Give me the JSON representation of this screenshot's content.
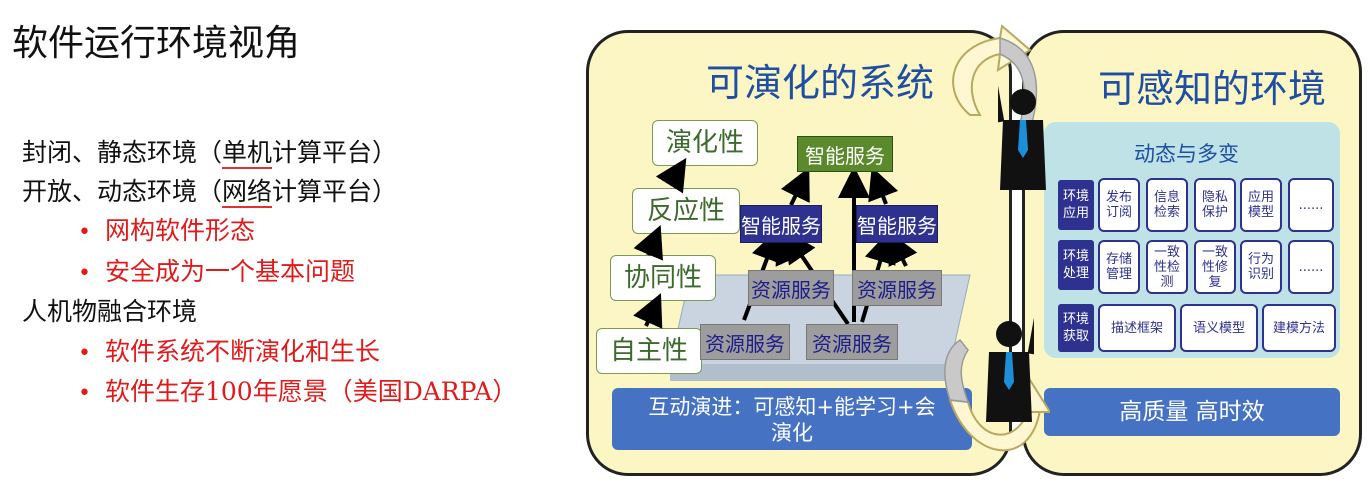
{
  "slide_title": "软件运行环境视角",
  "left_text": {
    "line1_a": "封闭、静态环境（",
    "line1_u": "单机",
    "line1_b": "计算平台）",
    "line2_a": "开放、动态环境（",
    "line2_u": "网络",
    "line2_b": "计算平台）",
    "bullet1": "网构软件形态",
    "bullet2": "安全成为一个基本问题",
    "line3": "人机物融合环境",
    "bullet3": "软件系统不断演化和生长",
    "bullet4": "软件生存100年愿景（美国DARPA）"
  },
  "left_panel": {
    "title": "可演化的系统",
    "props": [
      "演化性",
      "反应性",
      "协同性",
      "自主性"
    ],
    "smart_service": "智能服务",
    "resource_service": "资源服务",
    "bar_text_1": "互动演进：可感知+能学习+会",
    "bar_text_2": "演化"
  },
  "right_panel": {
    "title": "可感知的环境",
    "subtitle": "动态与多变",
    "rows": [
      {
        "label": "环境\n应用",
        "cells": [
          "发布\n订阅",
          "信息\n检索",
          "隐私\n保护",
          "应用\n模型",
          "......"
        ]
      },
      {
        "label": "环境\n处理",
        "cells": [
          "存储\n管理",
          "一致\n性检\n测",
          "一致\n性修\n复",
          "行为\n识别",
          "......"
        ]
      },
      {
        "label": "环境\n获取",
        "cells": [
          "描述框架",
          "语义模型",
          "建模方法"
        ]
      }
    ],
    "bar_text": "高质量  高时效"
  },
  "colors": {
    "panel_bg": "#fbf6c4",
    "title_blue": "#1f4fa3",
    "navy": "#2e318f",
    "green": "#5a8a2c",
    "bullet_red": "#e01b1b",
    "bar_blue": "#4672c4",
    "inner_cyan": "#bfe2e6"
  }
}
